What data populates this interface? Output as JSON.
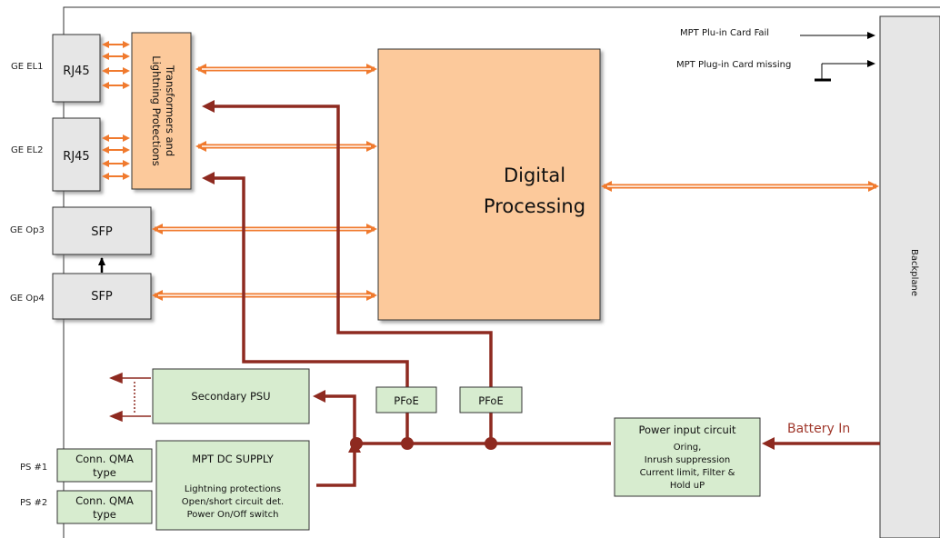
{
  "labels": {
    "ge_el1": "GE EL1",
    "ge_el2": "GE EL2",
    "ge_op3": "GE Op3",
    "ge_op4": "GE Op4",
    "ps1": "PS #1",
    "ps2": "PS #2"
  },
  "blocks": {
    "rj45_1": "RJ45",
    "rj45_2": "RJ45",
    "sfp_1": "SFP",
    "sfp_2": "SFP",
    "transformers_line1": "Transformers and",
    "transformers_line2": "Lightning Protections",
    "digital_line1": "Digital",
    "digital_line2": "Processing",
    "backplane": "Backplane",
    "secondary_psu": "Secondary PSU",
    "pfoe_1": "PFoE",
    "pfoe_2": "PFoE",
    "mpt_dc_title": "MPT DC SUPPLY",
    "mpt_dc_line1": "Lightning protections",
    "mpt_dc_line2": "Open/short circuit  det.",
    "mpt_dc_line3": "Power On/Off switch",
    "conn1_line1": "Conn. QMA",
    "conn1_line2": "type",
    "conn2_line1": "Conn. QMA",
    "conn2_line2": "type",
    "power_title": "Power input circuit",
    "power_line1": "Oring,",
    "power_line2": "Inrush suppression",
    "power_line3": "Current limit, Filter &",
    "power_line4": "Hold uP"
  },
  "signals": {
    "card_fail": "MPT Plu-in Card Fail",
    "card_missing": "MPT Plug-in Card missing",
    "battery_in": "Battery In"
  },
  "colors": {
    "orange_fill": "#fcc99b",
    "green_fill": "#d7eccf",
    "gray_fill": "#e6e6e6",
    "orange_arrow": "#f07a2e",
    "power_line": "#8e2a20"
  }
}
